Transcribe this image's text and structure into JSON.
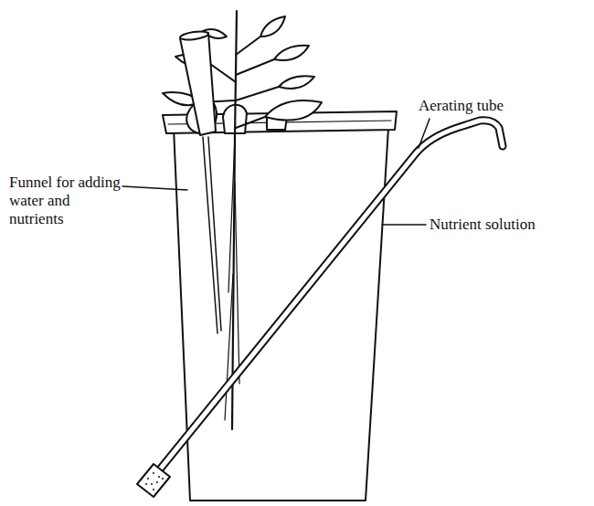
{
  "diagram": {
    "labels": [
      "Funnel for adding water and nutrients",
      "Aerating tube",
      "Nutrient solution"
    ]
  }
}
